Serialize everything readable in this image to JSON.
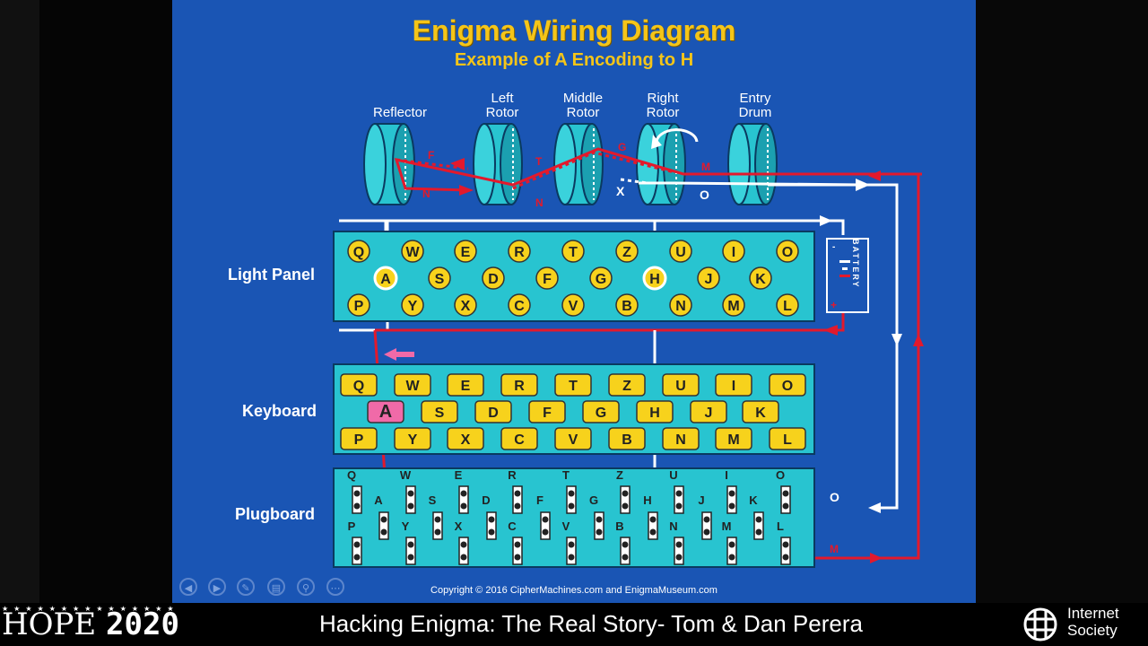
{
  "slide": {
    "title": "Enigma Wiring Diagram",
    "subtitle": "Example of A Encoding to H",
    "rotors": [
      "Reflector",
      "Left\nRotor",
      "Middle\nRotor",
      "Right\nRotor",
      "Entry\nDrum"
    ],
    "sections": {
      "light_panel": "Light Panel",
      "keyboard": "Keyboard",
      "plugboard": "Plugboard"
    },
    "battery": "BATTERY",
    "rows": [
      [
        "Q",
        "W",
        "E",
        "R",
        "T",
        "Z",
        "U",
        "I",
        "O"
      ],
      [
        "A",
        "S",
        "D",
        "F",
        "G",
        "H",
        "J",
        "K"
      ],
      [
        "P",
        "Y",
        "X",
        "C",
        "V",
        "B",
        "N",
        "M",
        "L"
      ]
    ],
    "lit_lamp": "H",
    "pressed_key": "A",
    "path_labels": {
      "red_f": "F",
      "red_n": "N",
      "red_t": "T",
      "red_g": "G",
      "red_m": "M",
      "white_x": "X",
      "white_o": "O",
      "plug_o": "O",
      "plug_m": "M"
    },
    "copyright": "Copyright © 2016 CipherMachines.com and EnigmaMuseum.com"
  },
  "colors": {
    "slide_bg": "#1a55b4",
    "title": "#f5c518",
    "panel": "#28c4d0",
    "lamp": "#f7d21c",
    "red_wire": "#e3192c",
    "white_wire": "#ffffff",
    "pressed": "#f06aa8"
  },
  "footer": {
    "event_name": "HOPE",
    "event_year": "2020",
    "talk_title": "Hacking Enigma: The Real Story- Tom & Dan Perera",
    "org_line1": "Internet",
    "org_line2": "Society"
  },
  "nav_icons": [
    "back-icon",
    "forward-icon",
    "pen-icon",
    "slides-icon",
    "zoom-icon",
    "more-icon"
  ]
}
